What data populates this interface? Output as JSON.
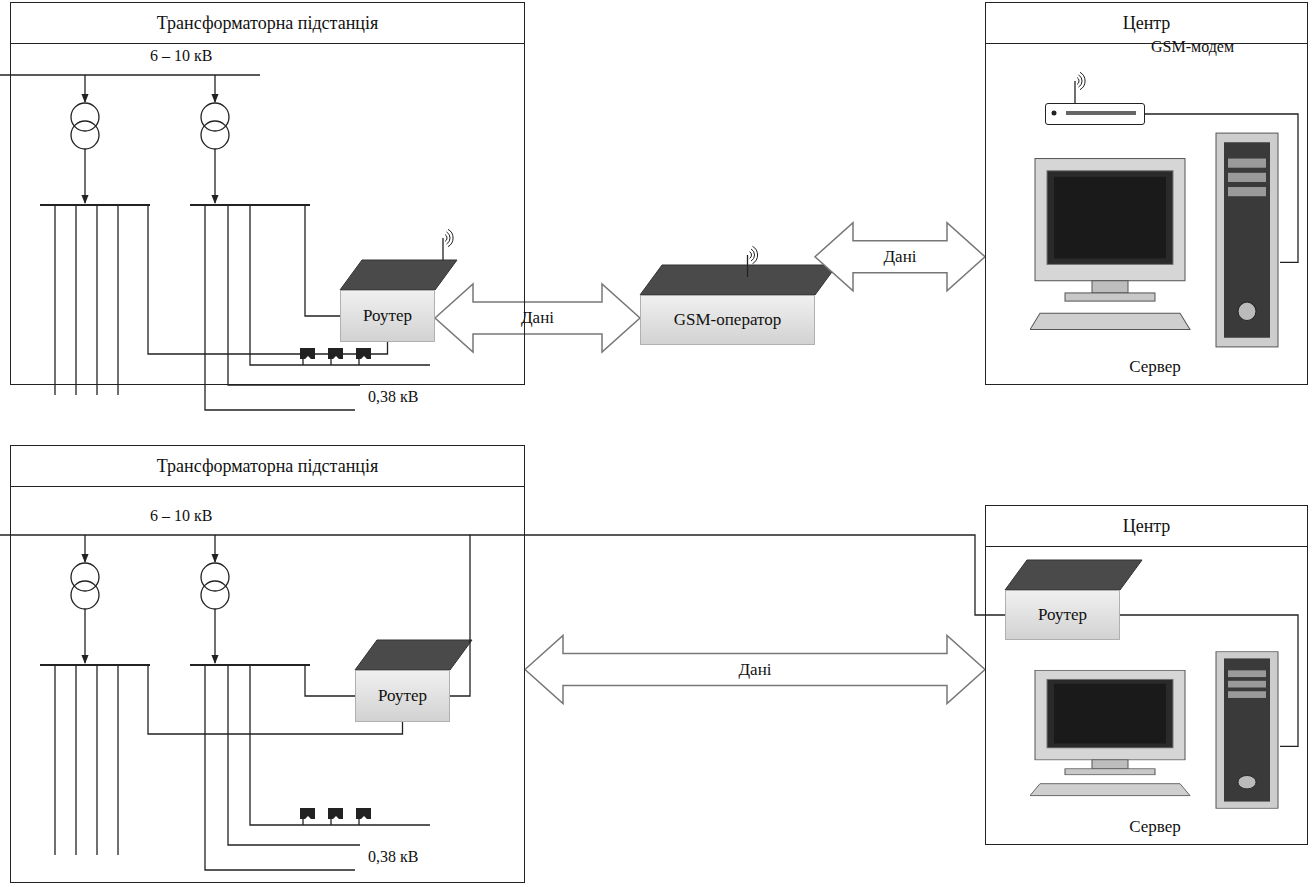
{
  "diagram": {
    "nodes": [
      {
        "text": [
          "Трансформаторна підстанція"
        ]
      },
      {
        "text": [
          "Роутер"
        ],
        "in": 0
      },
      {
        "text": [
          "GSM-оператор"
        ]
      },
      {
        "text": [
          "Центр"
        ]
      },
      {
        "text": [
          "GSM-модем"
        ],
        "in": 3
      },
      {
        "text": [
          "Сервер"
        ],
        "in": 3
      },
      {
        "text": [
          "Трансформаторна підстанція"
        ]
      },
      {
        "text": [
          "Роутер"
        ],
        "in": 6
      },
      {
        "text": [
          "Центр"
        ]
      },
      {
        "text": [
          "Роутер"
        ],
        "in": 8
      },
      {
        "text": [
          "Сервер"
        ],
        "in": 8
      }
    ],
    "edges": [
      {
        "from": 1,
        "to": 2,
        "label": "Дані",
        "arrow": "both"
      },
      {
        "from": 2,
        "to": 3,
        "label": "Дані",
        "arrow": "both"
      },
      {
        "from": 4,
        "to": 5,
        "arrow": "none"
      },
      {
        "from": 6,
        "to": 8,
        "label": "Дані",
        "arrow": "both"
      },
      {
        "from": 7,
        "to": 9,
        "arrow": "none"
      },
      {
        "from": 9,
        "to": 10,
        "arrow": "none"
      }
    ],
    "labels": [
      "6 – 10 кВ",
      "0,38 кВ",
      "6 – 10 кВ",
      "0,38 кВ"
    ]
  }
}
